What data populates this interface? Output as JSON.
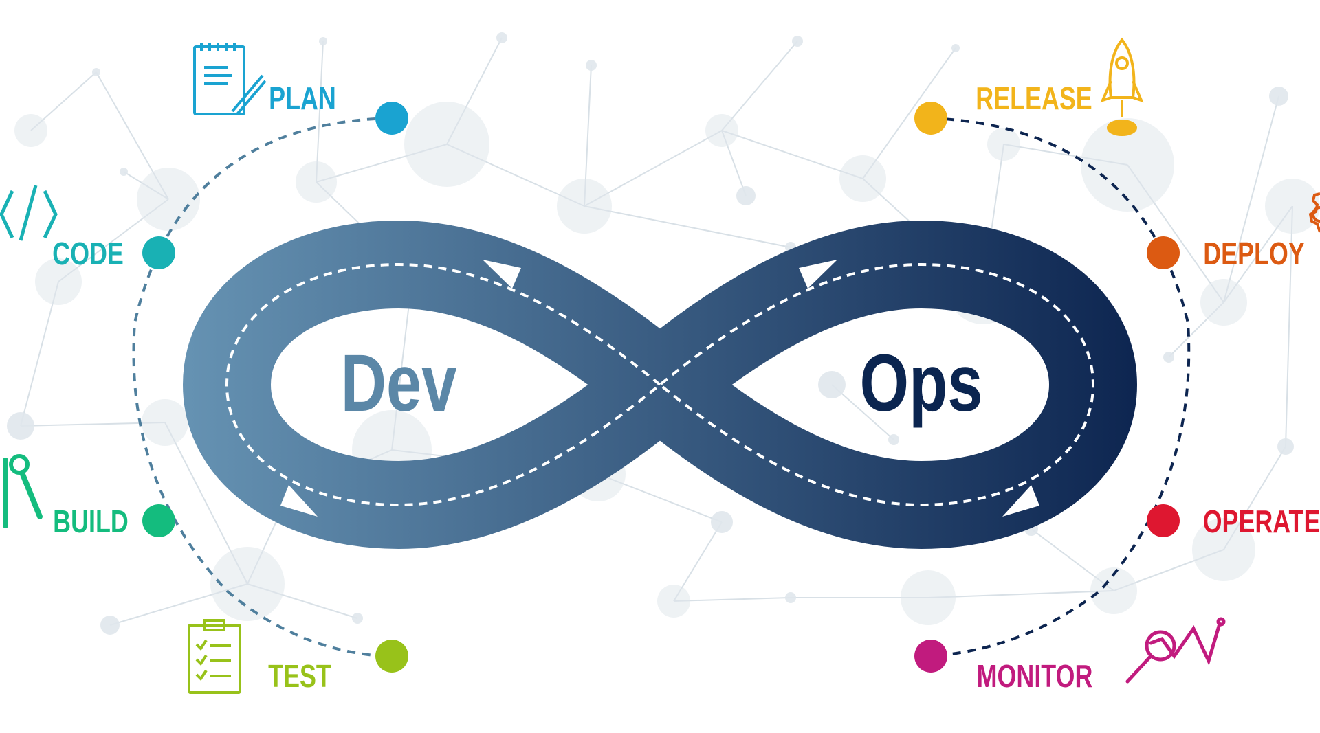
{
  "loop": {
    "dev_label": "Dev",
    "ops_label": "Ops",
    "gradient_start": "#6693b3",
    "gradient_end": "#0d2550",
    "dev_color": "#5b87a7",
    "ops_color": "#0b2550",
    "dash_color": "#ffffff"
  },
  "stages": [
    {
      "id": "plan",
      "label": "PLAN",
      "color": "#1aa3d1",
      "icon": "notepad-pencil-icon"
    },
    {
      "id": "code",
      "label": "CODE",
      "color": "#19b1b4",
      "icon": "code-brackets-icon"
    },
    {
      "id": "build",
      "label": "BUILD",
      "color": "#14bc7e",
      "icon": "wrench-tools-icon"
    },
    {
      "id": "test",
      "label": "TEST",
      "color": "#98c21a",
      "icon": "clipboard-checklist-icon"
    },
    {
      "id": "release",
      "label": "RELEASE",
      "color": "#f2b41b",
      "icon": "rocket-icon"
    },
    {
      "id": "deploy",
      "label": "DEPLOY",
      "color": "#dc5a12",
      "icon": "gear-icon"
    },
    {
      "id": "operate",
      "label": "OPERATE",
      "color": "#de1730",
      "icon": ""
    },
    {
      "id": "monitor",
      "label": "MONITOR",
      "color": "#c11b7e",
      "icon": "magnifier-chart-icon"
    }
  ],
  "arc_colors": {
    "left": "#4f7f9d",
    "right": "#0d2550"
  },
  "background": {
    "node_fill": "#dde4ea",
    "link_color": "#d4dde4"
  }
}
